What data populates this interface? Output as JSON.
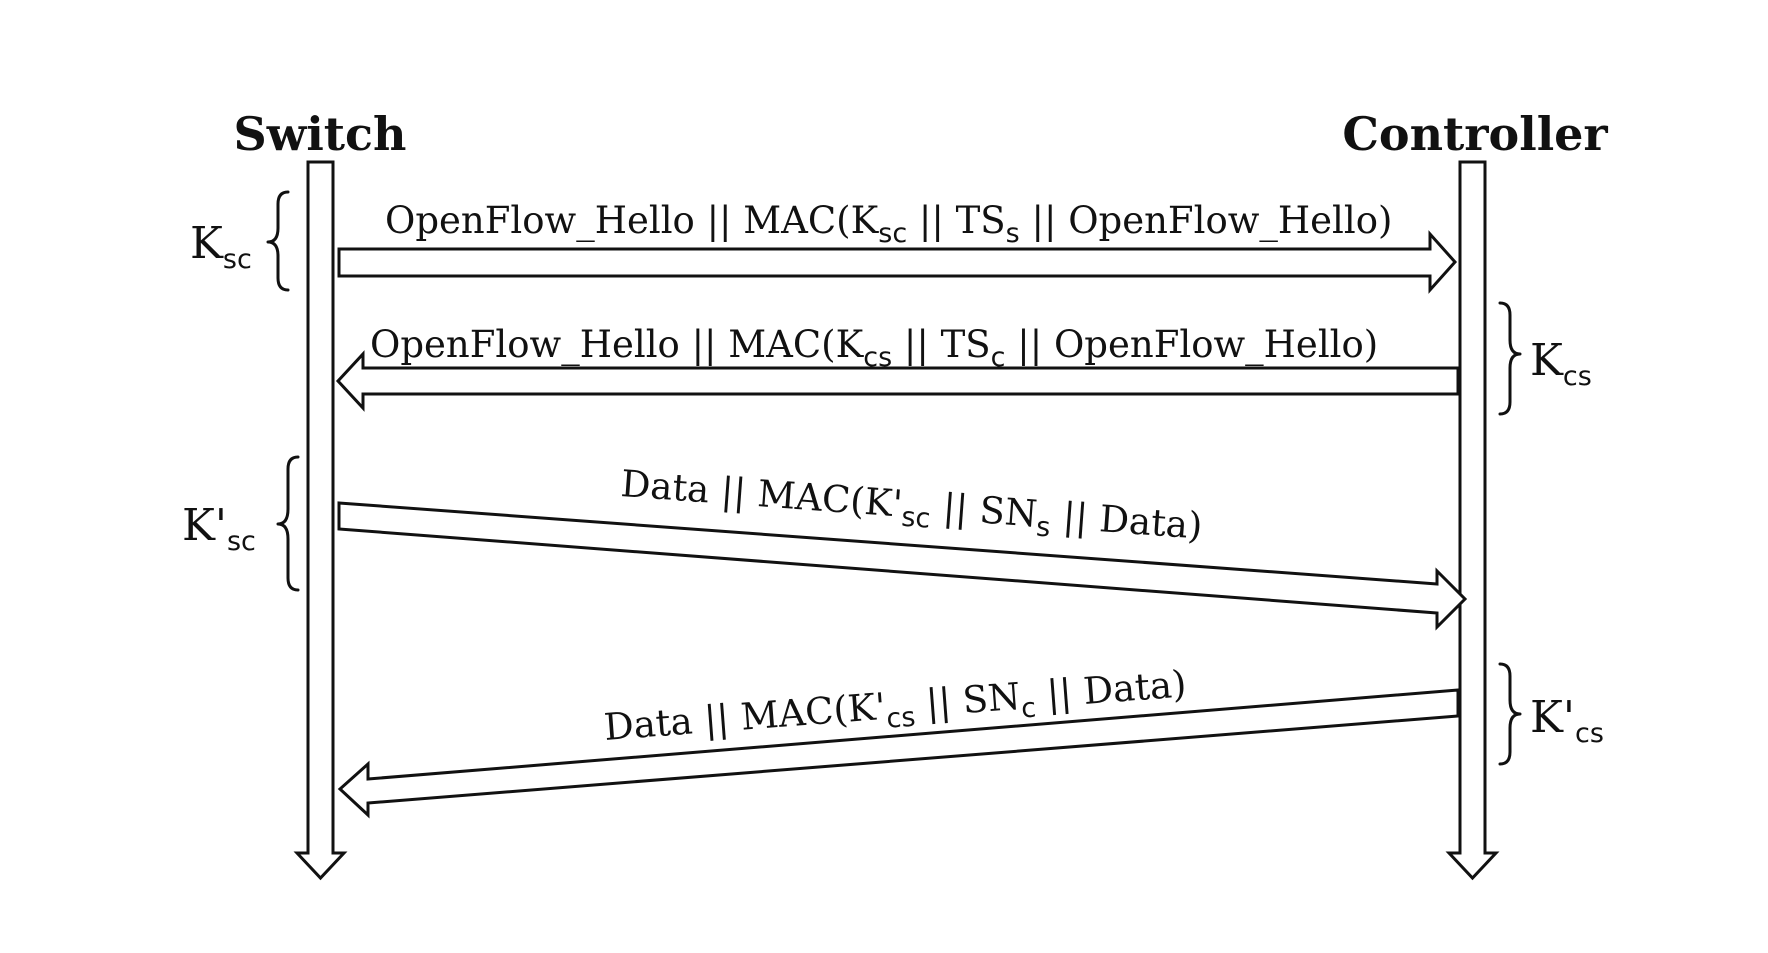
{
  "actors": {
    "switch": "Switch",
    "controller": "Controller"
  },
  "messages": [
    {
      "direction": "switch-to-controller",
      "parts": [
        {
          "t": "OpenFlow_Hello || MAC(K"
        },
        {
          "t": "sc",
          "sub": true
        },
        {
          "t": " || TS"
        },
        {
          "t": "s",
          "sub": true
        },
        {
          "t": " || OpenFlow_Hello)"
        }
      ]
    },
    {
      "direction": "controller-to-switch",
      "parts": [
        {
          "t": "OpenFlow_Hello || MAC(K"
        },
        {
          "t": "cs",
          "sub": true
        },
        {
          "t": " || TS"
        },
        {
          "t": "c",
          "sub": true
        },
        {
          "t": " || OpenFlow_Hello)"
        }
      ]
    },
    {
      "direction": "switch-to-controller",
      "parts": [
        {
          "t": "Data || MAC(K'"
        },
        {
          "t": "sc",
          "sub": true
        },
        {
          "t": " || SN"
        },
        {
          "t": "s",
          "sub": true
        },
        {
          "t": " || Data)"
        }
      ]
    },
    {
      "direction": "controller-to-switch",
      "parts": [
        {
          "t": "Data || MAC(K'"
        },
        {
          "t": "cs",
          "sub": true
        },
        {
          "t": " || SN"
        },
        {
          "t": "c",
          "sub": true
        },
        {
          "t": " || Data)"
        }
      ]
    }
  ],
  "keys": [
    {
      "side": "switch",
      "base": "K",
      "sub": "sc"
    },
    {
      "side": "controller",
      "base": "K",
      "sub": "cs"
    },
    {
      "side": "switch",
      "base": "K'",
      "sub": "sc"
    },
    {
      "side": "controller",
      "base": "K'",
      "sub": "cs"
    }
  ]
}
